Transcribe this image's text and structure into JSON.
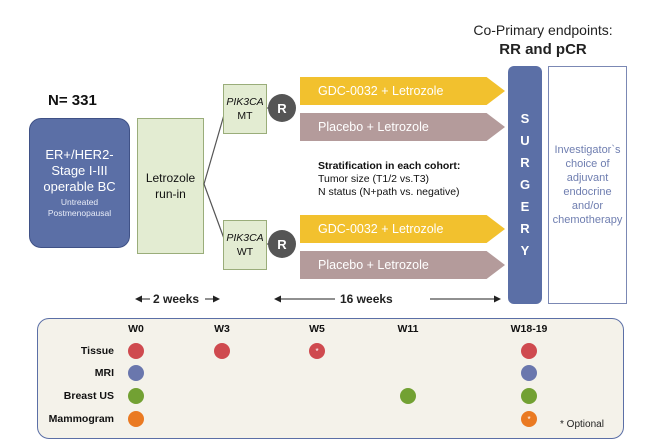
{
  "header": {
    "line1": "Co-Primary endpoints:",
    "line2": "RR and pCR"
  },
  "population": {
    "n_label": "N= 331",
    "main": "ER+/HER2- Stage I-III operable BC",
    "sub": "Untreated Postmenopausal"
  },
  "run_in": {
    "label": "Letrozole run-in"
  },
  "cohorts": [
    {
      "gene": "PIK3CA",
      "status": "MT"
    },
    {
      "gene": "PIK3CA",
      "status": "WT"
    }
  ],
  "randomize_label": "R",
  "arms": {
    "drug": "GDC-0032 + Letrozole",
    "placebo": "Placebo + Letrozole"
  },
  "stratification": {
    "heading": "Stratification in each cohort:",
    "line1": "Tumor size (T1/2 vs.T3)",
    "line2": "N status (N+path vs. negative)"
  },
  "surgery_letters": [
    "S",
    "U",
    "R",
    "G",
    "E",
    "R",
    "Y"
  ],
  "adjuvant": "Investigator`s choice of adjuvant endocrine and/or chemotherapy",
  "timeline": {
    "left": "2 weeks",
    "right": "16 weeks"
  },
  "schedule": {
    "columns": [
      "W0",
      "W3",
      "W5",
      "W11",
      "W18-19"
    ],
    "rows": [
      {
        "label": "Tissue",
        "color": "#cf4a4f",
        "cells": [
          "dot",
          "dot",
          "dot-optional",
          "",
          "dot"
        ]
      },
      {
        "label": "MRI",
        "color": "#6a77ad",
        "cells": [
          "dot",
          "",
          "",
          "",
          "dot"
        ]
      },
      {
        "label": "Breast US",
        "color": "#72a133",
        "cells": [
          "dot",
          "",
          "",
          "dot",
          "dot"
        ]
      },
      {
        "label": "Mammogram",
        "color": "#ea7a22",
        "cells": [
          "dot",
          "",
          "",
          "",
          "dot-optional"
        ]
      }
    ],
    "optional_mark": "*",
    "optional_note": "* Optional"
  }
}
